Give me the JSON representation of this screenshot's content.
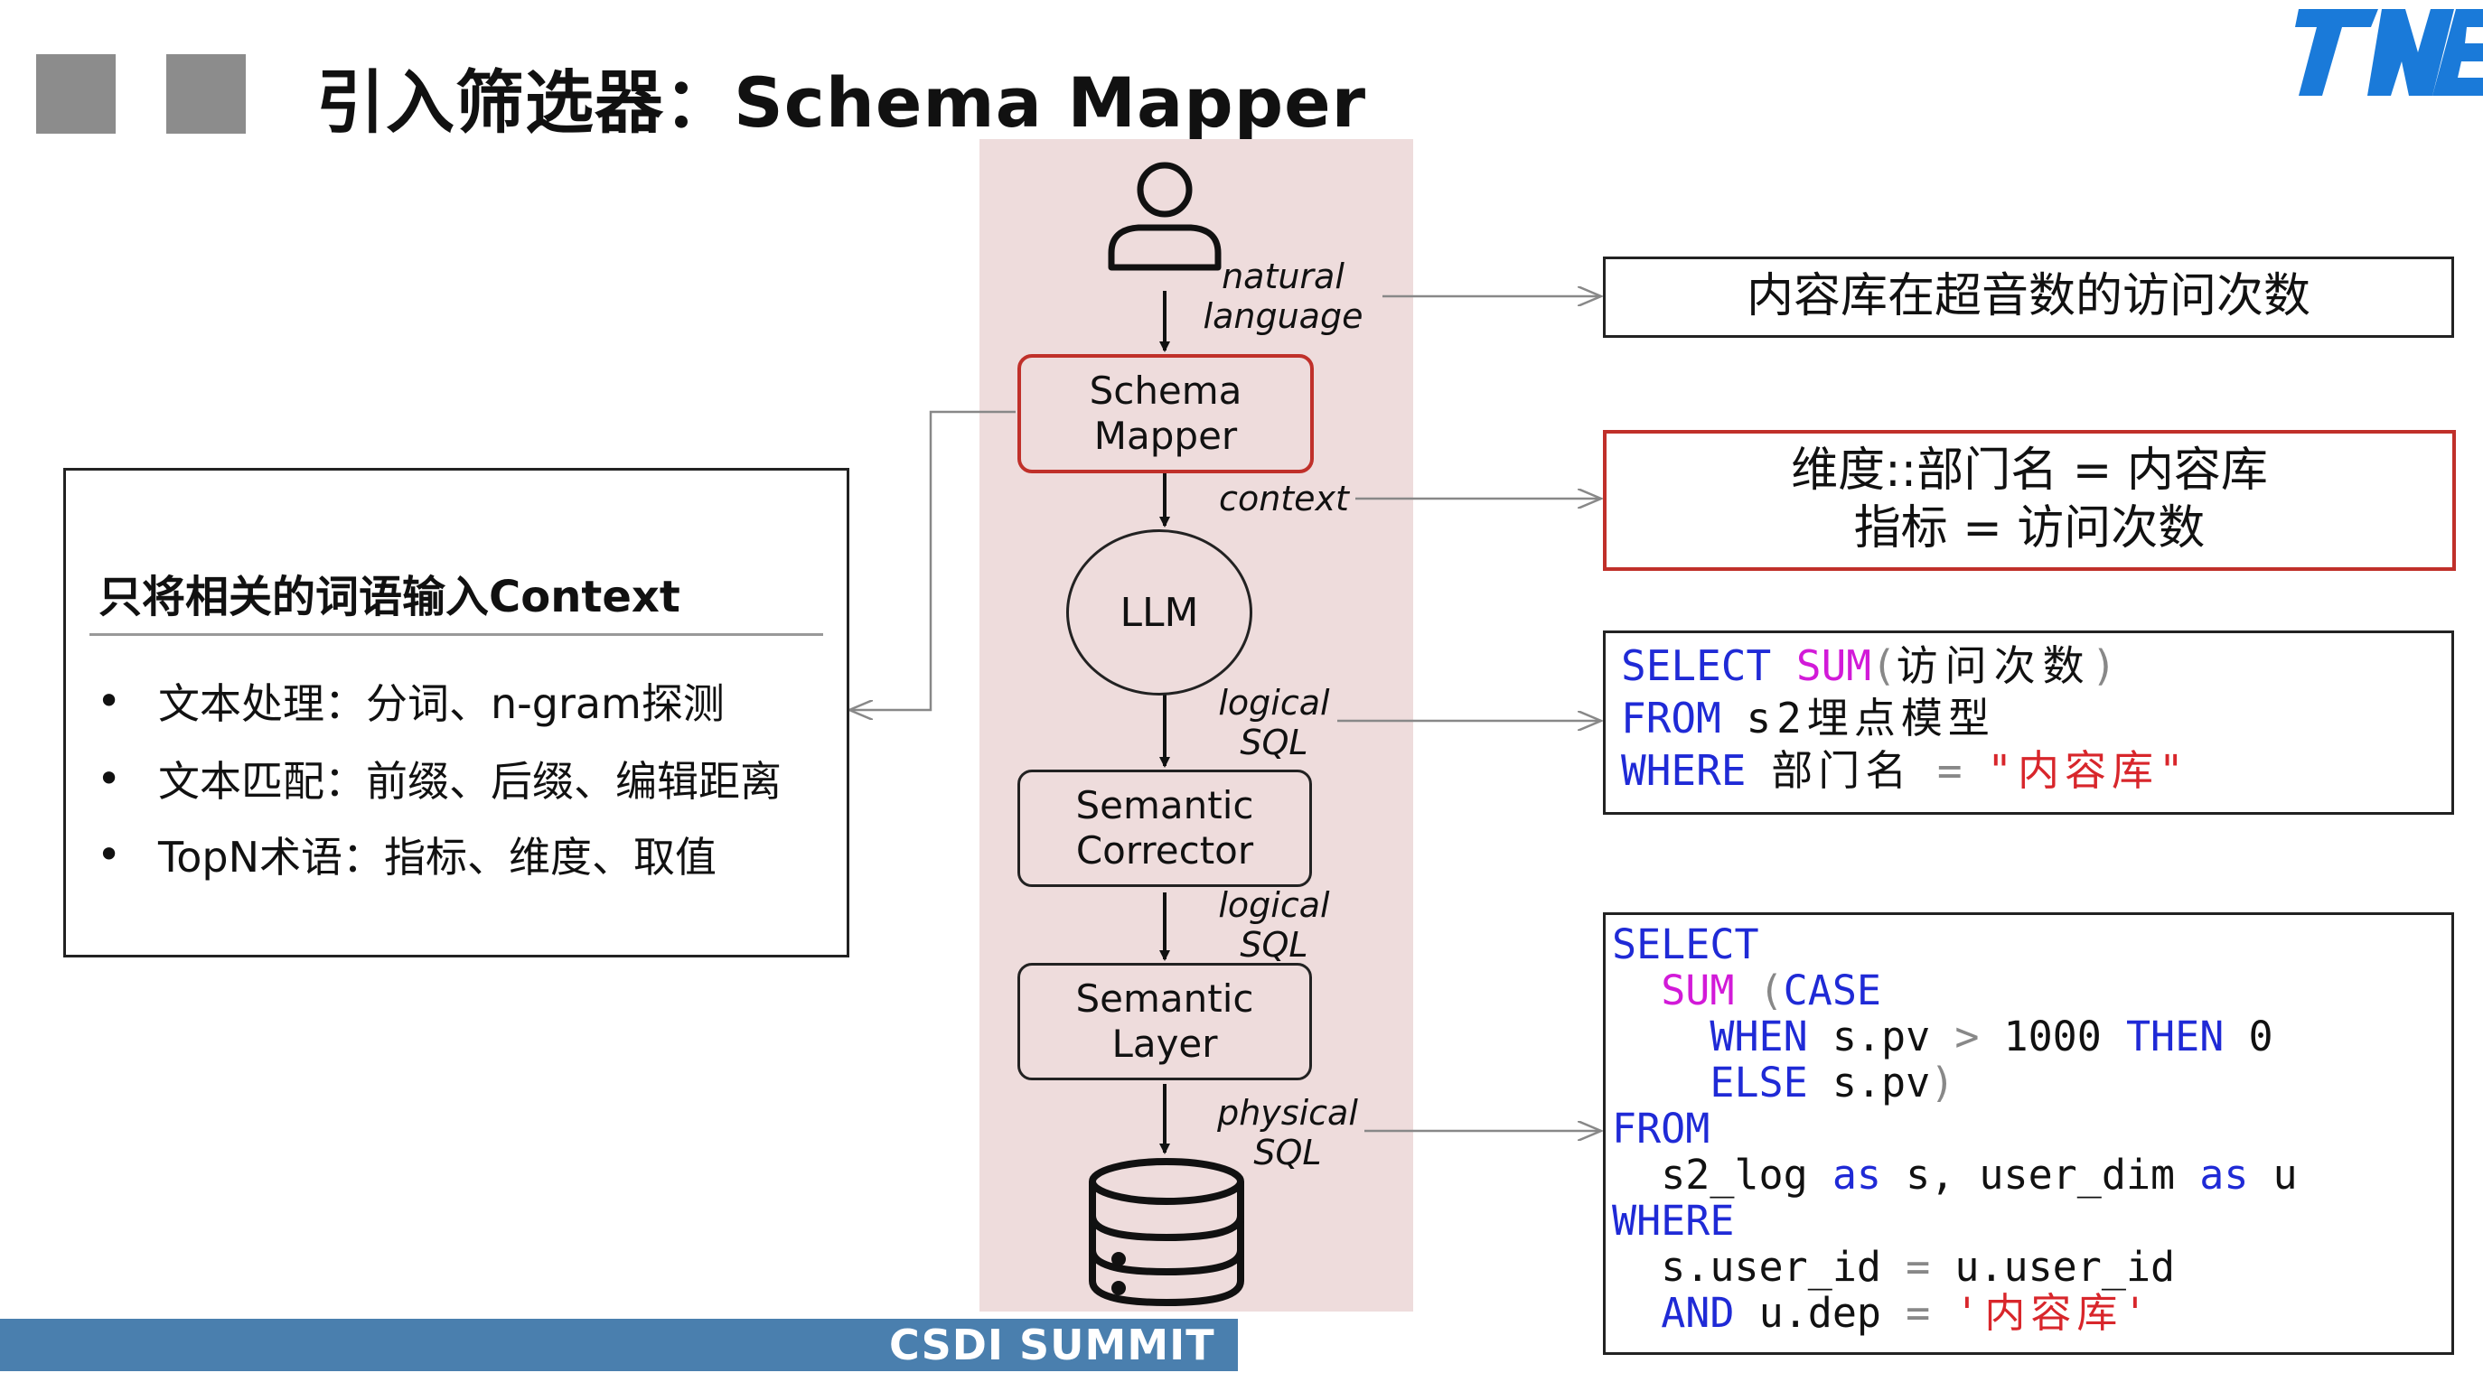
{
  "title": "引入筛选器：Schema Mapper",
  "colors": {
    "accent_red": "#c0302a",
    "band": "#eedcdc",
    "footer": "#4a7fae",
    "keyword": "#1f2ad6",
    "function": "#d21ad8",
    "string": "#d8262b"
  },
  "pipeline": {
    "labels": {
      "natural_language": "natural\nlanguage",
      "context": "context",
      "logical_sql_1": "logical\nSQL",
      "logical_sql_2": "logical\nSQL",
      "physical_sql": "physical\nSQL"
    },
    "nodes": {
      "schema_mapper": "Schema\nMapper",
      "llm": "LLM",
      "semantic_corrector": "Semantic\nCorrector",
      "semantic_layer": "Semantic\nLayer"
    },
    "icons": {
      "user": "user-icon",
      "database": "database-icon"
    }
  },
  "left_panel": {
    "title": "只将相关的词语输入Context",
    "bullet_symbol": "•",
    "items": [
      "文本处理：分词、n-gram探测",
      "文本匹配：前缀、后缀、编辑距离",
      "TopN术语：指标、维度、取值"
    ]
  },
  "right_boxes": {
    "question": "内容库在超音数的访问次数",
    "context_lines": [
      "维度::部门名 = 内容库",
      "指标 = 访问次数"
    ]
  },
  "logical_sql": {
    "l1_kw": "SELECT",
    "l1_fn": "SUM",
    "l1_paren_open": "(",
    "l1_text": "访问次数",
    "l1_paren_close": ")",
    "l2_kw": "FROM",
    "l2_text": "s2埋点模型",
    "l3_kw": "WHERE",
    "l3_text": "部门名",
    "l3_op": "=",
    "l3_str": "\"内容库\""
  },
  "physical_sql": {
    "select": "SELECT",
    "sum": "SUM",
    "paren_open": "(",
    "case": "CASE",
    "when": "WHEN",
    "spv1": "s.pv",
    "gt": ">",
    "thousand": "1000",
    "then": "THEN",
    "zero": "0",
    "else": "ELSE",
    "spv2": "s.pv",
    "paren_close": ")",
    "from": "FROM",
    "s2log": "s2_log",
    "as1": "as",
    "s_comma": "s,",
    "user_dim": "user_dim",
    "as2": "as",
    "u": "u",
    "where": "WHERE",
    "suid": "s.user_id",
    "eq1": "=",
    "uuid": "u.user_id",
    "and": "AND",
    "udep": "u.dep",
    "eq2": "=",
    "str": "'内容库'"
  },
  "footer": {
    "text": "CSDI SUMMIT"
  },
  "logo": {
    "icon": "tme-logo-icon",
    "text": "TME"
  }
}
